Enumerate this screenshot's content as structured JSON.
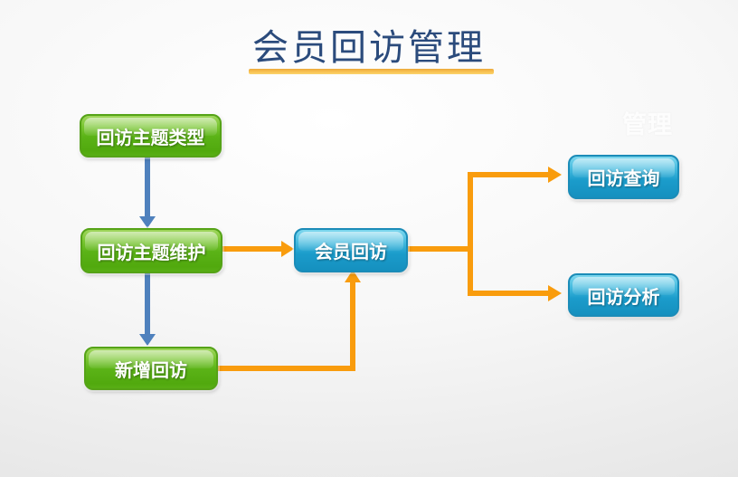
{
  "title": "会员回访管理",
  "watermark": "管理",
  "colors": {
    "title": "#2b4b7c",
    "gold": "#f7bd4e",
    "green": "#5bb317",
    "green-border": "#55a317",
    "blue": "#1b9ccb",
    "blue-border": "#1b8cb8",
    "orange": "#f99c0d",
    "blue-arrow": "#4f81bd"
  },
  "nodes": {
    "topic_type": "回访主题类型",
    "topic_maintain": "回访主题维护",
    "add_visit": "新增回访",
    "member_visit": "会员回访",
    "visit_query": "回访查询",
    "visit_analysis": "回访分析"
  },
  "edges": [
    {
      "from": "回访主题类型",
      "to": "回访主题维护",
      "style": "blue-arrow"
    },
    {
      "from": "回访主题维护",
      "to": "新增回访",
      "style": "blue-arrow"
    },
    {
      "from": "回访主题维护",
      "to": "会员回访",
      "style": "orange-arrow"
    },
    {
      "from": "新增回访",
      "to": "会员回访",
      "style": "orange-arrow"
    },
    {
      "from": "会员回访",
      "to": "回访查询",
      "style": "orange-arrow"
    },
    {
      "from": "会员回访",
      "to": "回访分析",
      "style": "orange-arrow"
    }
  ]
}
